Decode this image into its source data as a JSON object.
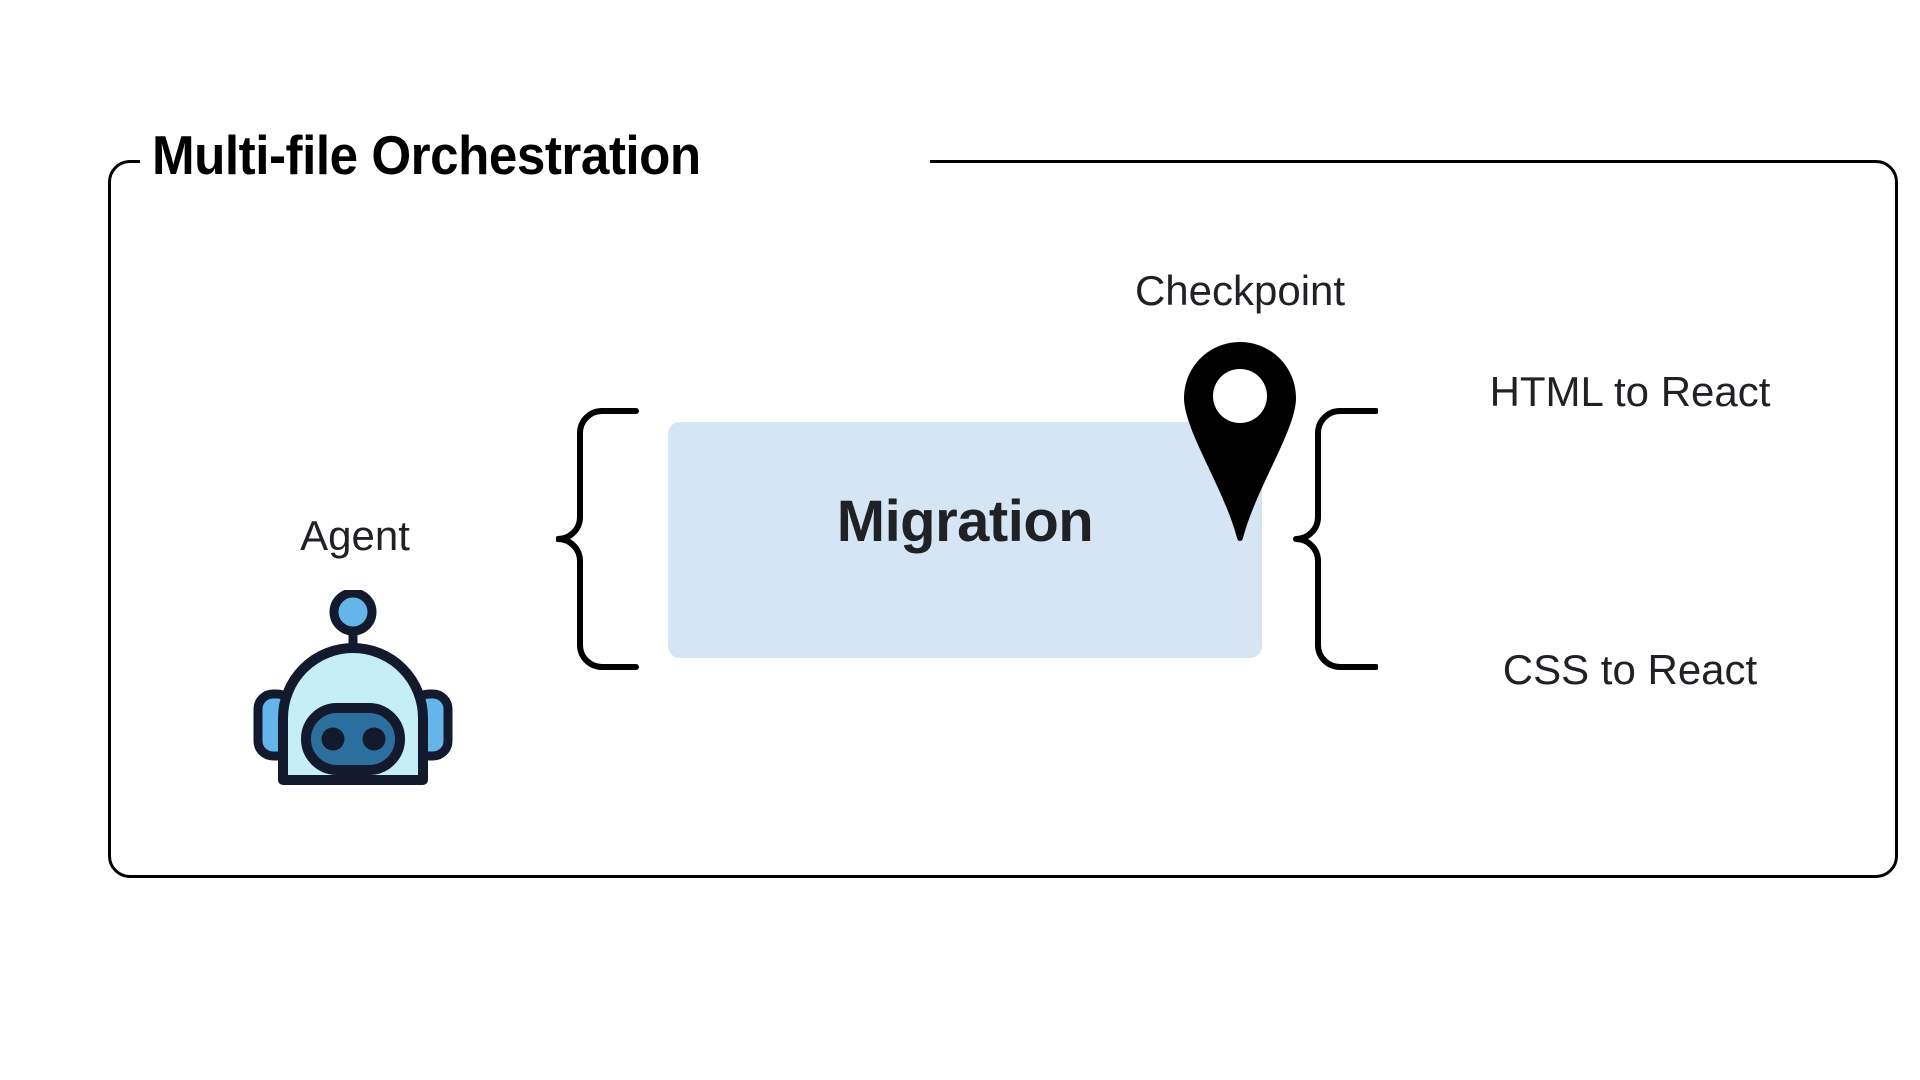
{
  "diagram": {
    "title": "Multi-file Orchestration",
    "agent": {
      "label": "Agent",
      "icon": "robot-icon"
    },
    "process": {
      "label": "Migration",
      "box_color": "#d5e5f3"
    },
    "checkpoint": {
      "label": "Checkpoint",
      "icon": "map-pin-icon"
    },
    "outputs": [
      {
        "label": "HTML to React"
      },
      {
        "label": "CSS to React"
      }
    ],
    "colors": {
      "frame_border": "#000000",
      "text": "#1f2124",
      "box_fill": "#d5e5f3",
      "robot_head_fill": "#c6eef8",
      "robot_outline": "#141a2e",
      "robot_face_fill": "#2b6f9e",
      "robot_accent": "#64b5ea",
      "pin_fill": "#000000",
      "background": "#ffffff"
    }
  }
}
